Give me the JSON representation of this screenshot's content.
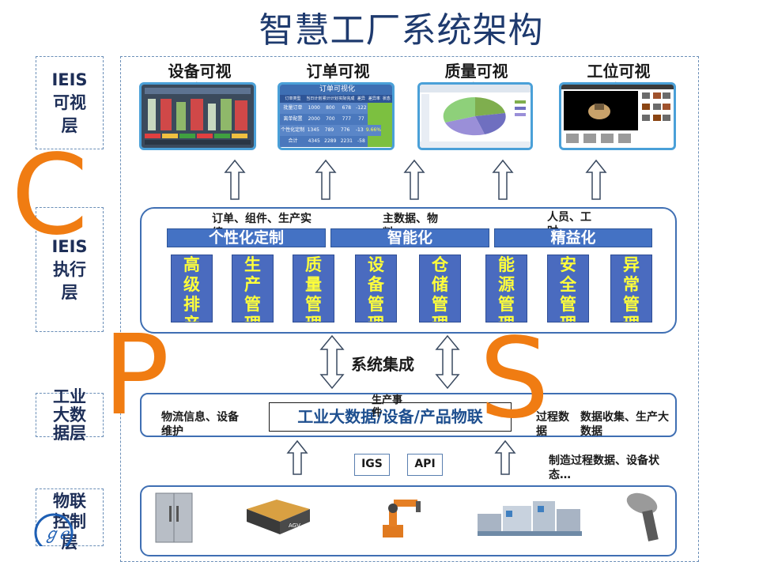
{
  "title": "智慧工厂系统架构",
  "layers": [
    {
      "label": "IEIS\n可视\n层"
    },
    {
      "label": "IEIS\n执行\n层"
    },
    {
      "label": "工业\n大数\n据层"
    },
    {
      "label": "物联\n控制\n层"
    }
  ],
  "visual": [
    {
      "title": "设备可视\n化"
    },
    {
      "title": "订单可视\n化"
    },
    {
      "title": "质量可视\n化"
    },
    {
      "title": "工位可视\n化"
    }
  ],
  "order_thumb": {
    "header": "订单可视化",
    "columns": [
      "订单类型",
      "当日计划",
      "累计计划",
      "实际完成",
      "差异",
      "差异率",
      "状态"
    ],
    "rows": [
      [
        "批量订单",
        "1000",
        "800",
        "678",
        "-122"
      ],
      [
        "离单配置",
        "2000",
        "700",
        "777",
        "77"
      ],
      [
        "个性化定制",
        "1345",
        "789",
        "776",
        "-13",
        "9.66%"
      ],
      [
        "合计",
        "4345",
        "2289",
        "2231",
        "-58"
      ]
    ]
  },
  "execution": {
    "bars": [
      "个性化定制",
      "智能化",
      "精益化"
    ],
    "notes": [
      "订单、组件、生产实\n绩",
      "主数据、物\n料",
      "人员、工\n时"
    ],
    "modules": [
      "高\n级\n排\n产",
      "生\n产\n管\n理",
      "质\n量\n管\n理",
      "设\n备\n管\n理",
      "仓\n储\n管\n理",
      "能\n源\n管\n理",
      "安\n全\n管\n理",
      "异\n常\n管\n理"
    ]
  },
  "integration": "系统集成",
  "cps": [
    "C",
    "P",
    "S"
  ],
  "bigdata": {
    "center": "工业大数据/设备/产品物联",
    "top_note": "生产事\n件",
    "left_note": "物流信息、设备\n维护",
    "right_note1": "过程数\n据",
    "right_note2": "数据收集、生产大\n数据"
  },
  "tags": [
    "IGS",
    "API"
  ],
  "iot_note": "制造过程数据、设备状\n态…",
  "colors": {
    "accent_orange": "#f07c12",
    "bar_blue": "#4472c4",
    "module_text": "#ffff3a",
    "title_blue": "#1e3a6e"
  }
}
